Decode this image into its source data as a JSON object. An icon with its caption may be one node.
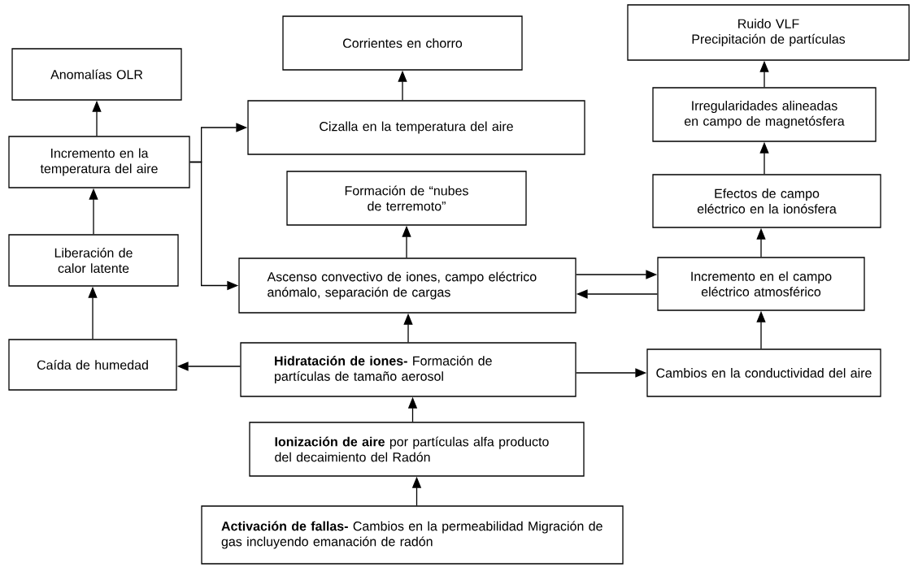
{
  "diagram": {
    "nodes": [
      {
        "text": [
          "Anomalías OLR"
        ]
      },
      {
        "text": [
          "Corrientes en chorro"
        ]
      },
      {
        "text": [
          "Ruido VLF",
          "Precipitación de partículas"
        ]
      },
      {
        "text": [
          "Incremento en la temperatura del aire"
        ]
      },
      {
        "text": [
          "Cizalla en la temperatura del aire"
        ]
      },
      {
        "text": [
          "Irregularidades alineadas en campo de magnetósfera"
        ]
      },
      {
        "text": [
          "Formación de “nubes de terremoto”"
        ]
      },
      {
        "text": [
          "Efectos de campo eléctrico en la ionósfera"
        ]
      },
      {
        "text": [
          "Liberación de calor latente"
        ]
      },
      {
        "text": [
          "Ascenso convectivo de iones, campo eléctrico anómalo, separación de cargas"
        ]
      },
      {
        "text": [
          "Incremento en el campo eléctrico atmosférico"
        ]
      },
      {
        "text": [
          "Caída de humedad"
        ]
      },
      {
        "text": [
          "**Hidratación de iones-** Formación de partículas de tamaño aerosol"
        ]
      },
      {
        "text": [
          "Cambios en la conductividad del aire"
        ]
      },
      {
        "text": [
          "**Ionización de aire** por partículas alfa producto del decaimiento del Radón"
        ]
      },
      {
        "text": [
          "**Activación de fallas-** Cambios en la permeabilidad Migración de gas incluyendo emanación de radón"
        ]
      }
    ],
    "edges": [
      {
        "from": 3,
        "to": 0,
        "arrow": "to"
      },
      {
        "from": 3,
        "to": 4,
        "arrow": "to"
      },
      {
        "from": 3,
        "to": 9,
        "arrow": "to"
      },
      {
        "from": 4,
        "to": 1,
        "arrow": "to"
      },
      {
        "from": 8,
        "to": 3,
        "arrow": "to"
      },
      {
        "from": 11,
        "to": 8,
        "arrow": "to"
      },
      {
        "from": 12,
        "to": 11,
        "arrow": "to"
      },
      {
        "from": 12,
        "to": 9,
        "arrow": "to"
      },
      {
        "from": 12,
        "to": 13,
        "arrow": "to"
      },
      {
        "from": 14,
        "to": 12,
        "arrow": "to"
      },
      {
        "from": 15,
        "to": 14,
        "arrow": "to"
      },
      {
        "from": 9,
        "to": 6,
        "arrow": "to"
      },
      {
        "from": 9,
        "to": 10,
        "arrow": "to"
      },
      {
        "from": 10,
        "to": 9,
        "arrow": "to"
      },
      {
        "from": 13,
        "to": 10,
        "arrow": "to"
      },
      {
        "from": 10,
        "to": 7,
        "arrow": "to"
      },
      {
        "from": 7,
        "to": 5,
        "arrow": "to"
      },
      {
        "from": 5,
        "to": 2,
        "arrow": "to"
      }
    ]
  }
}
